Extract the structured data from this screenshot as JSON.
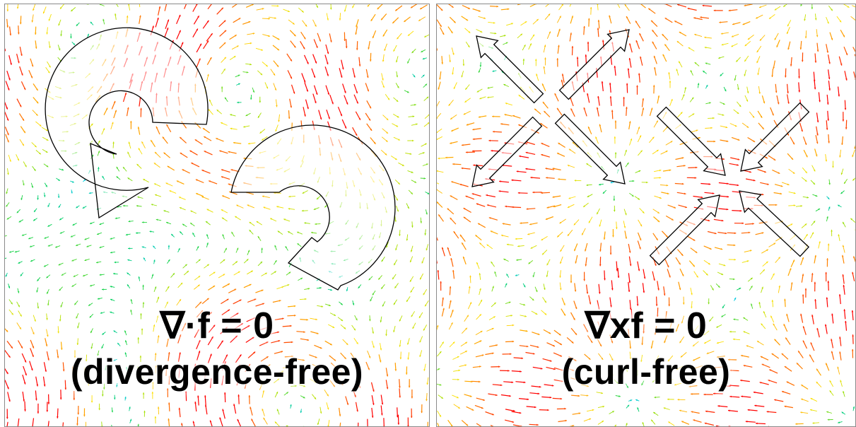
{
  "panels": [
    {
      "equation": "∇·f = 0",
      "subtitle": "(divergence-free)",
      "field_type": "divergence-free",
      "arrow_style": "rotational",
      "arrow_stroke": "#000000"
    },
    {
      "equation": "∇xf = 0",
      "subtitle": "(curl-free)",
      "field_type": "curl-free",
      "arrow_style": "source-and-sink",
      "arrow_stroke": "#000000"
    }
  ],
  "colormap": [
    "#00c8ff",
    "#00d050",
    "#a0e000",
    "#ffe000",
    "#ff8000",
    "#ff0000"
  ],
  "border_color": "#8a8a8a"
}
